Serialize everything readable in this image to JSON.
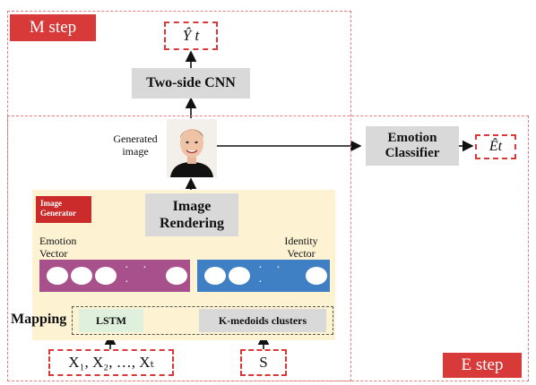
{
  "regions": {
    "m_step_label": "M step",
    "e_step_label": "E step"
  },
  "outputs": {
    "y_hat": "Ŷ t",
    "e_hat": "Êt"
  },
  "boxes": {
    "two_side_cnn": "Two-side CNN",
    "emotion_classifier": "Emotion Classifier",
    "image_rendering": "Image Rendering",
    "lstm": "LSTM",
    "k_medoids": "K-medoids clusters"
  },
  "labels": {
    "generated_image": "Generated image",
    "image_generator": "Image Generator",
    "emotion_vector": "Emotion Vector",
    "identity_vector": "Identity Vector",
    "mapping": "Mapping",
    "vector_dots": "· · ·"
  },
  "inputs": {
    "sequence": "X₁, X₂, …, Xₜ",
    "s": "S"
  },
  "colors": {
    "dashed_region": "#e47c7c",
    "accent_red": "#d83a3a",
    "emotion_vector": "#a8508b",
    "identity_vector": "#3f7fc4",
    "lstm_box": "#dff1dc",
    "gray_box": "#d9d9d9",
    "generator_panel": "#fdf3d3"
  },
  "icons": {
    "generated_image": "face-photo"
  }
}
